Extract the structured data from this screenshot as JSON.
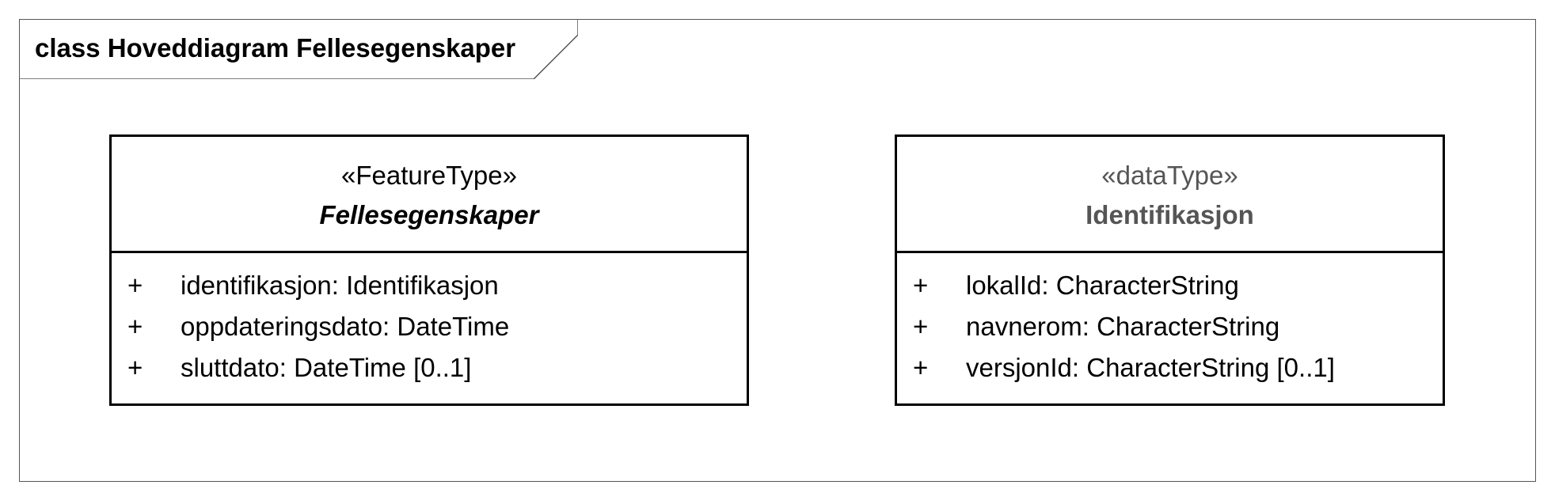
{
  "frame": {
    "title": "class Hoveddiagram Fellesegenskaper"
  },
  "classes": [
    {
      "stereotype": "«FeatureType»",
      "name": "Fellesegenskaper",
      "attributes": [
        {
          "visibility": "+",
          "text": "identifikasjon: Identifikasjon"
        },
        {
          "visibility": "+",
          "text": "oppdateringsdato: DateTime"
        },
        {
          "visibility": "+",
          "text": "sluttdato: DateTime [0..1]"
        }
      ]
    },
    {
      "stereotype": "«dataType»",
      "name": "Identifikasjon",
      "attributes": [
        {
          "visibility": "+",
          "text": "lokalId: CharacterString"
        },
        {
          "visibility": "+",
          "text": "navnerom: CharacterString"
        },
        {
          "visibility": "+",
          "text": "versjonId: CharacterString [0..1]"
        }
      ]
    }
  ]
}
